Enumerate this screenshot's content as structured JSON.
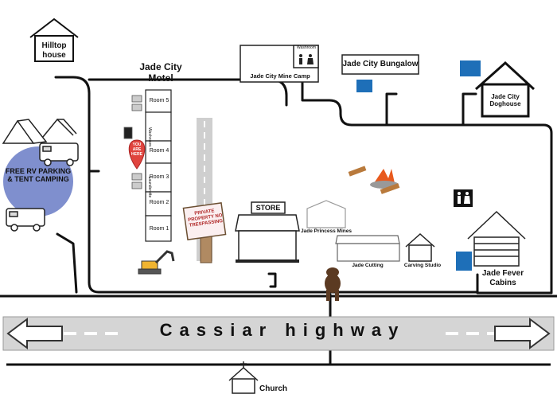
{
  "map": {
    "highway": {
      "label": "Cassiar highway"
    },
    "places": {
      "hilltop_house": "Hilltop house",
      "motel_title": "Jade City Motel",
      "rooms": [
        "Room 5",
        "Room 4",
        "Room 3",
        "Room 2",
        "Room 1"
      ],
      "washroom_vertical": "Washroom",
      "laundry_vertical": "Launderette",
      "pin_text": "YOU ARE HERE",
      "mine_camp": "Jade City Mine Camp",
      "mine_camp_washroom": "Washroom",
      "bungalow": "Jade City Bungalow",
      "doghouse": "Jade City Doghouse",
      "rv_parking": "FREE RV PARKING & TENT CAMPING",
      "store_sign": "STORE",
      "princess_mines": "Jade Princess Mines",
      "jade_cutting": "Jade Cutting",
      "carving_studio": "Carving Studio",
      "fever_cabins": "Jade Fever Cabins",
      "private_sign": "PRIVATE PROPERTY NO TRESPASSING",
      "church": "Church"
    },
    "icons": [
      "house-icon",
      "tent-icon",
      "rv-icon",
      "map-pin-icon",
      "store-icon",
      "bear-icon",
      "campfire-icon",
      "excavator-icon",
      "parking-icon",
      "restroom-icon",
      "church-icon",
      "cabin-icon",
      "arrow-left-icon",
      "arrow-right-icon"
    ],
    "colors": {
      "rv_circle": "#7f8fce",
      "pin": "#e0443e",
      "parking": "#1e6fb8",
      "road": "#d5d5d5",
      "lines": "#111111"
    }
  }
}
